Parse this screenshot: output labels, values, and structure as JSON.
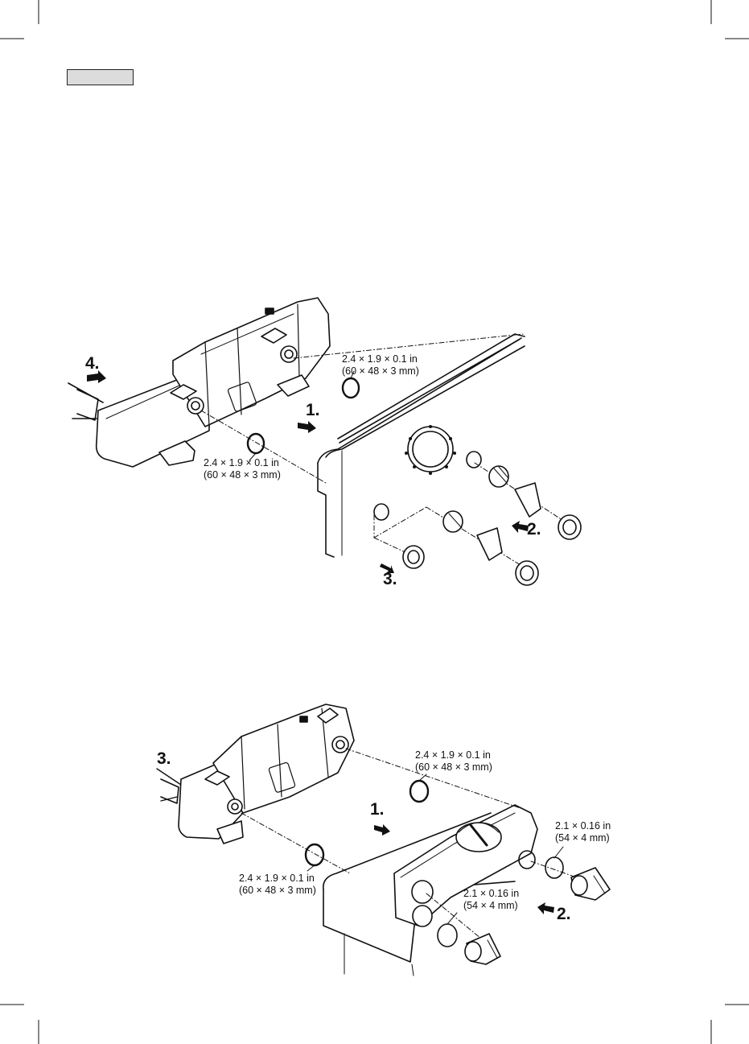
{
  "diagram_top": {
    "seal_upper": {
      "dim_in": "2.4 × 1.9 × 0.1 in",
      "dim_mm": "(60 × 48 × 3 mm)"
    },
    "seal_lower": {
      "dim_in": "2.4 × 1.9 × 0.1 in",
      "dim_mm": "(60 × 48 × 3 mm)"
    },
    "steps": {
      "s1": "1.",
      "s2": "2.",
      "s3": "3.",
      "s4": "4."
    }
  },
  "diagram_bottom": {
    "seal_upper": {
      "dim_in": "2.4 × 1.9 × 0.1 in",
      "dim_mm": "(60 × 48 × 3 mm)"
    },
    "seal_lower": {
      "dim_in": "2.4 × 1.9 × 0.1 in",
      "dim_mm": "(60 × 48 × 3 mm)"
    },
    "oring_right": {
      "dim_in": "2.1 × 0.16 in",
      "dim_mm": "(54 × 4 mm)"
    },
    "oring_center": {
      "dim_in": "2.1 × 0.16 in",
      "dim_mm": "(54 × 4 mm)"
    },
    "steps": {
      "s1": "1.",
      "s2": "2.",
      "s3": "3."
    }
  },
  "colors": {
    "ink": "#111111",
    "tab": "#dcdcdc",
    "shade": "#e6e6e6"
  }
}
